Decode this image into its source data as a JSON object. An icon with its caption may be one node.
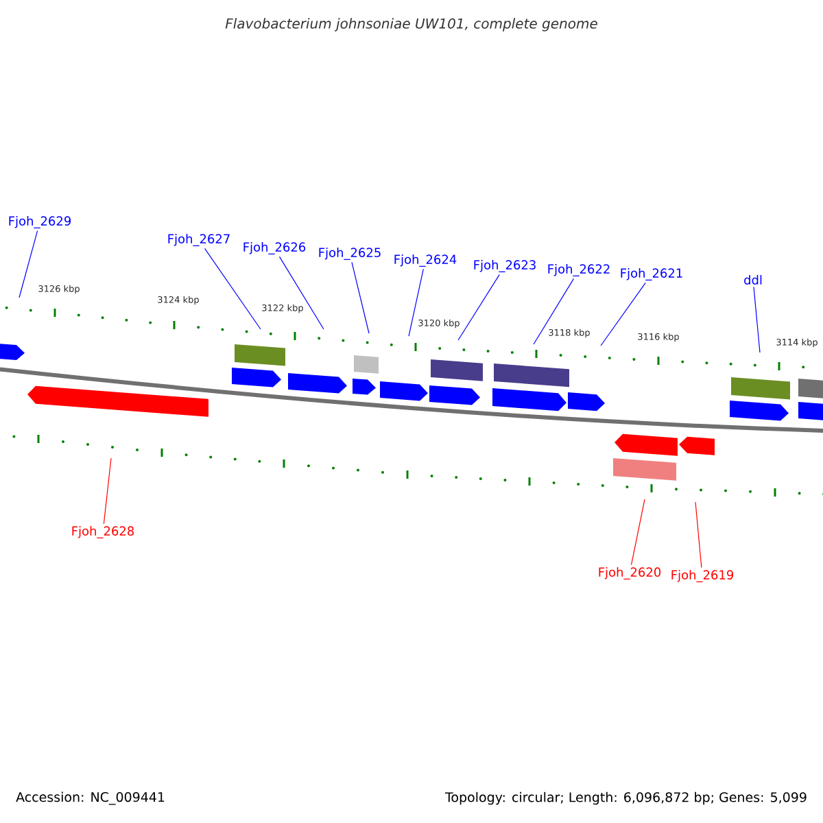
{
  "diagram": {
    "title": "Flavobacterium johnsoniae UW101, complete genome",
    "nodes": [
      {
        "text": [
          "Fjoh_2629"
        ]
      },
      {
        "text": [
          "Fjoh_2627"
        ]
      },
      {
        "text": [
          "Fjoh_2626"
        ]
      },
      {
        "text": [
          "Fjoh_2625"
        ]
      },
      {
        "text": [
          "Fjoh_2624"
        ]
      },
      {
        "text": [
          "Fjoh_2623"
        ]
      },
      {
        "text": [
          "Fjoh_2622"
        ]
      },
      {
        "text": [
          "Fjoh_2621"
        ]
      },
      {
        "text": [
          "ddl"
        ]
      },
      {
        "text": [
          "Fjoh_2628"
        ]
      },
      {
        "text": [
          "Fjoh_2620"
        ]
      },
      {
        "text": [
          "Fjoh_2619"
        ]
      }
    ],
    "edges": [
      {
        "from": 0,
        "to": null,
        "arrow": "none"
      },
      {
        "from": 1,
        "to": null,
        "arrow": "none"
      },
      {
        "from": 2,
        "to": null,
        "arrow": "none"
      },
      {
        "from": 3,
        "to": null,
        "arrow": "none"
      },
      {
        "from": 4,
        "to": null,
        "arrow": "none"
      },
      {
        "from": 5,
        "to": null,
        "arrow": "none"
      },
      {
        "from": 6,
        "to": null,
        "arrow": "none"
      },
      {
        "from": 7,
        "to": null,
        "arrow": "none"
      },
      {
        "from": 8,
        "to": null,
        "arrow": "none"
      },
      {
        "from": 9,
        "to": null,
        "arrow": "none",
        "color": "#ff0000"
      },
      {
        "from": 10,
        "to": null,
        "arrow": "none",
        "color": "#ff0000"
      },
      {
        "from": 11,
        "to": null,
        "arrow": "none",
        "color": "#ff0000"
      }
    ],
    "labels": [
      "3126 kbp",
      "3124 kbp",
      "3122 kbp",
      "3120 kbp",
      "3118 kbp",
      "3116 kbp",
      "3114 kbp",
      "Accession: NC_009441",
      "Topology: circular; Length: 6,096,872 bp; Genes: 5,099"
    ]
  }
}
